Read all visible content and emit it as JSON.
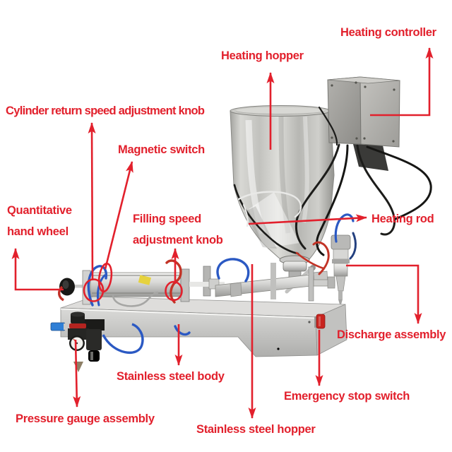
{
  "diagram": {
    "type": "annotated-machine-diagram",
    "subject": "pneumatic paste filling machine with heating hopper",
    "background_color": "#ffffff",
    "annotation_color": "#e2202c",
    "machine_palette": {
      "steel_light": "#e6e6e4",
      "steel_mid": "#bcbcba",
      "steel_dark": "#8f8f8d",
      "tube_blue": "#2b59c3",
      "tube_red": "#c23326",
      "cable_black": "#1c1c1a",
      "sticker_yellow": "#e6d23e",
      "emergency_button_red": "#c8241f"
    },
    "callouts": [
      {
        "id": "heating-controller",
        "lines": [
          "Heating controller"
        ]
      },
      {
        "id": "heating-hopper",
        "lines": [
          "Heating hopper"
        ]
      },
      {
        "id": "cylinder-return-speed-adjustment-knob",
        "lines": [
          "Cylinder return speed adjustment knob"
        ]
      },
      {
        "id": "magnetic-switch",
        "lines": [
          "Magnetic switch"
        ]
      },
      {
        "id": "quantitative-hand-wheel",
        "lines": [
          "Quantitative",
          "hand wheel"
        ]
      },
      {
        "id": "filling-speed-adjustment-knob",
        "lines": [
          "Filling speed",
          "adjustment knob"
        ]
      },
      {
        "id": "heating-rod",
        "lines": [
          "Heating rod"
        ]
      },
      {
        "id": "discharge-assembly",
        "lines": [
          "Discharge assembly"
        ]
      },
      {
        "id": "stainless-steel-body",
        "lines": [
          "Stainless steel body"
        ]
      },
      {
        "id": "emergency-stop-switch",
        "lines": [
          "Emergency stop switch"
        ]
      },
      {
        "id": "stainless-steel-hopper",
        "lines": [
          "Stainless steel hopper"
        ]
      },
      {
        "id": "pressure-gauge-assembly",
        "lines": [
          "Pressure gauge assembly"
        ]
      }
    ]
  }
}
